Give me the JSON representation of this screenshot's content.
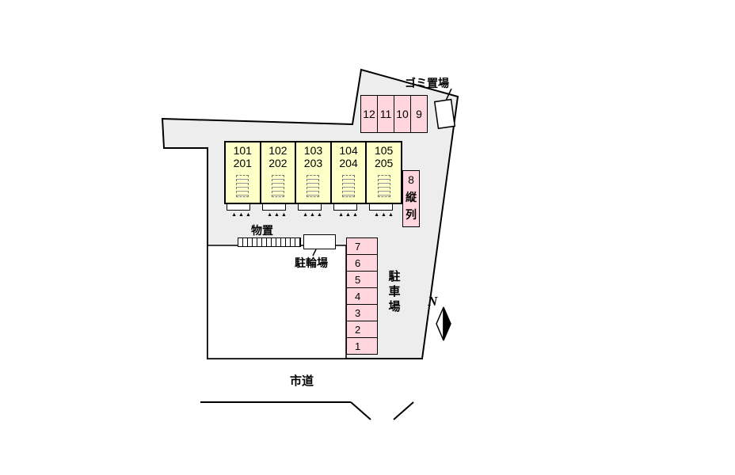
{
  "diagram": {
    "labels": {
      "garbage": "ゴミ置場",
      "storage": "物置",
      "bicycle": "駐輪場",
      "parking_lot": "駐車場",
      "road": "市道",
      "compass_north": "N"
    },
    "building": {
      "units": [
        {
          "upper": "101",
          "lower": "201"
        },
        {
          "upper": "102",
          "lower": "202"
        },
        {
          "upper": "103",
          "lower": "203"
        },
        {
          "upper": "104",
          "lower": "204"
        },
        {
          "upper": "105",
          "lower": "205"
        }
      ],
      "entrance_marks": "▲▲▲"
    },
    "parking": {
      "top_row": [
        "12",
        "11",
        "10",
        "9"
      ],
      "tandem": {
        "number": "8",
        "label": "縦列"
      },
      "column": [
        "7",
        "6",
        "5",
        "4",
        "3",
        "2",
        "1"
      ]
    },
    "colors": {
      "site_fill": "#ededed",
      "building_fill": "#ffffc8",
      "parking_fill": "#ffd6de",
      "outline": "#000000"
    }
  }
}
